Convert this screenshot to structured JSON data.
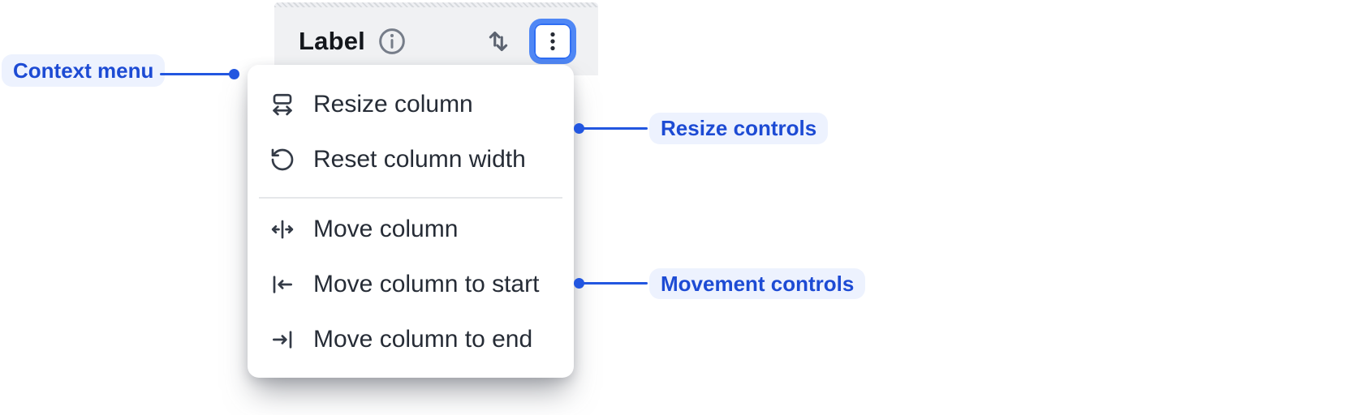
{
  "colors": {
    "accent_blue": "#2256e0",
    "annotation_text": "#1d4bd4",
    "annotation_pill_bg": "#edf2fe",
    "focus_ring_blue": "#4f87f5",
    "header_bg": "#f0f1f3",
    "menu_bg": "#ffffff",
    "menu_text": "#262c36",
    "divider": "#e5e7ea",
    "gray_icon": "#646b78"
  },
  "header": {
    "label": "Label",
    "info_icon": "info-icon",
    "sort_icon": "sort-arrows-icon",
    "menu_button_icon": "kebab-menu-icon"
  },
  "context_menu": {
    "sections": [
      {
        "items": [
          {
            "icon": "resize-horizontal-icon",
            "label": "Resize column"
          },
          {
            "icon": "reset-width-icon",
            "label": "Reset column width"
          }
        ]
      },
      {
        "items": [
          {
            "icon": "move-column-icon",
            "label": "Move column"
          },
          {
            "icon": "move-to-start-icon",
            "label": "Move column to start"
          },
          {
            "icon": "move-to-end-icon",
            "label": "Move column to end"
          }
        ]
      }
    ]
  },
  "annotations": {
    "context_menu": {
      "label": "Context menu"
    },
    "resize_controls": {
      "label": "Resize controls"
    },
    "movement_controls": {
      "label": "Movement controls"
    }
  }
}
